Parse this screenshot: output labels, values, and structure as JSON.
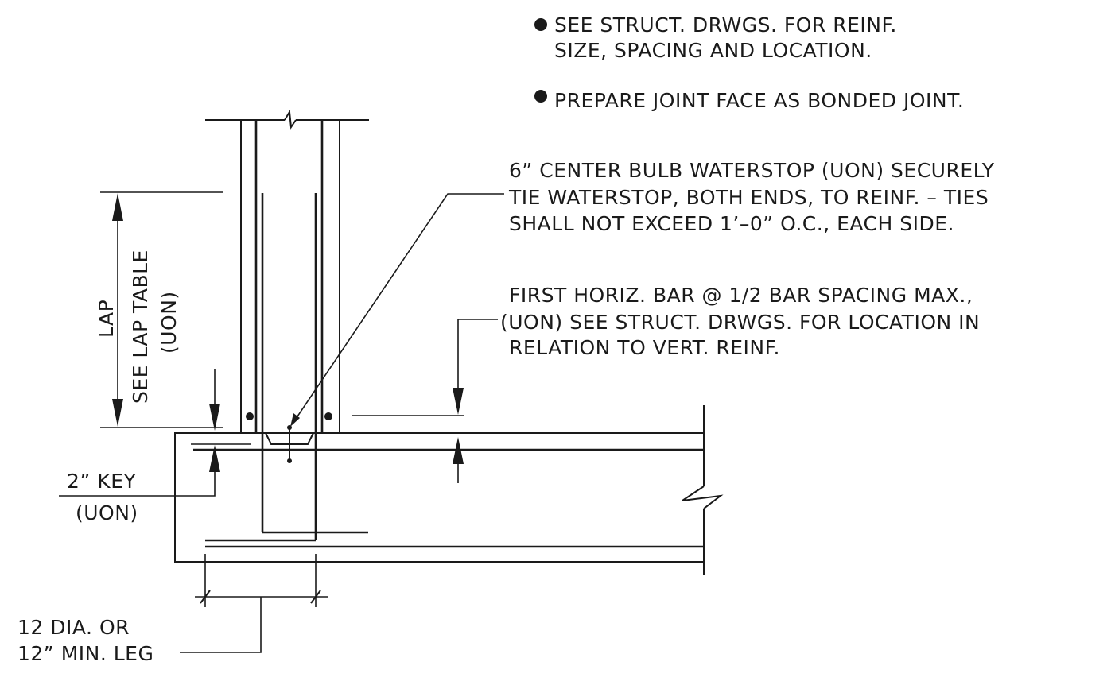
{
  "notes": {
    "bullet_1_line_1": "SEE STRUCT. DRWGS. FOR REINF.",
    "bullet_1_line_2": "SIZE, SPACING AND LOCATION.",
    "bullet_2": "PREPARE JOINT FACE AS BONDED JOINT."
  },
  "callouts": {
    "waterstop": [
      "6” CENTER BULB WATERSTOP (UON) SECURELY",
      "TIE WATERSTOP, BOTH ENDS, TO REINF. – TIES",
      "SHALL NOT EXCEED 1’–0” O.C., EACH SIDE."
    ],
    "first_bar": [
      "FIRST HORIZ. BAR @ 1/2 BAR SPACING MAX.,",
      "(UON) SEE STRUCT. DRWGS. FOR LOCATION IN",
      "RELATION TO VERT. REINF."
    ],
    "lap": [
      "LAP",
      "SEE LAP TABLE",
      "(UON)"
    ],
    "key": [
      "2” KEY",
      "(UON)"
    ],
    "leg": [
      "12 DIA. OR",
      "12” MIN. LEG"
    ]
  },
  "colors": {
    "ink": "#1a1a1a",
    "paper": "#ffffff"
  }
}
